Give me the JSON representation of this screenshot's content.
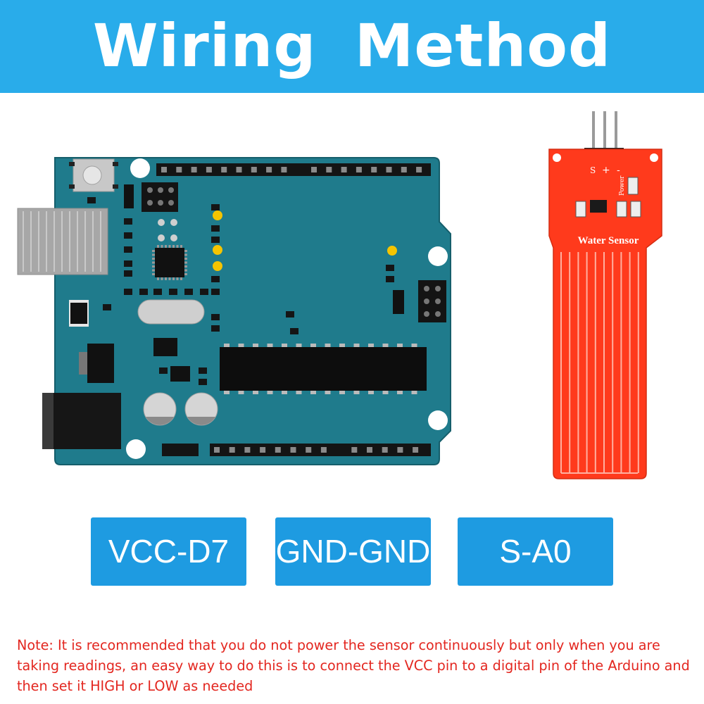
{
  "banner": {
    "title": "Wiring Method"
  },
  "sensor": {
    "label": "Water Sensor",
    "pin_s": "S",
    "pin_plus": "+",
    "pin_minus": "-",
    "power_label": "Power"
  },
  "connections": [
    {
      "label": "VCC-D7"
    },
    {
      "label": "GND-GND"
    },
    {
      "label": "S-A0"
    }
  ],
  "note": "Note: It is recommended that you do not power the sensor continuously but only when you are taking readings, an easy way to do this is to connect the VCC pin to a digital pin of the Arduino and then set it HIGH or LOW as needed",
  "colors": {
    "banner": "#29acea",
    "board": "#1f7b8c",
    "sensor_pcb": "#ff3a1c",
    "connection_box": "#1e9be1",
    "note_text": "#e3261f"
  }
}
